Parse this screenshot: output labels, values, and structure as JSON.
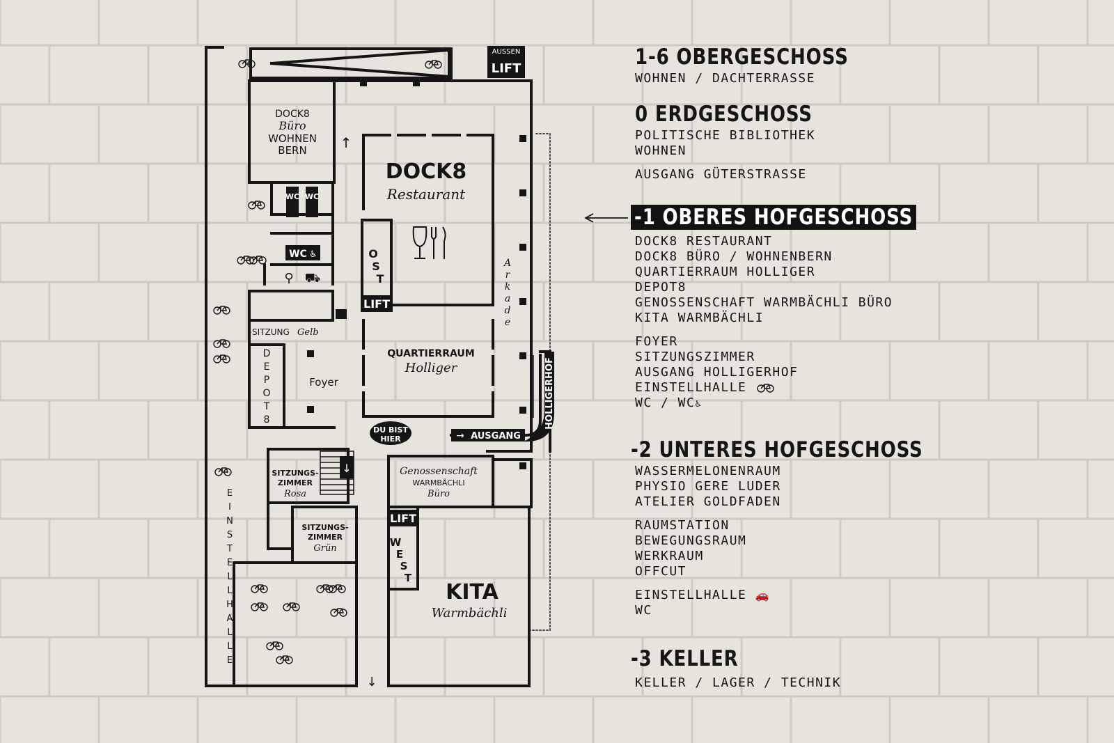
{
  "legend": {
    "floors": [
      {
        "heading": "1-6 OBERGESCHOSS",
        "rooms": [
          "WOHNEN / DACHTERRASSE"
        ]
      },
      {
        "heading": "0 ERDGESCHOSS",
        "rooms": [
          "POLITISCHE BIBLIOTHEK",
          "WOHNEN",
          "",
          "AUSGANG GÜTERSTRASSE"
        ]
      },
      {
        "heading": "-1 OBERES HOFGESCHOSS",
        "current": true,
        "rooms": [
          "DOCK8 RESTAURANT",
          "DOCK8 BÜRO / WOHNENBERN",
          "QUARTIERRAUM HOLLIGER",
          "DEPOT8",
          "GENOSSENSCHAFT WARMBÄCHLI BÜRO",
          "KITA WARMBÄCHLI",
          "",
          "FOYER",
          "SITZUNGSZIMMER",
          "AUSGANG HOLLIGERHOF",
          "EINSTELLHALLE",
          "WC / WC"
        ]
      },
      {
        "heading": "-2 UNTERES HOFGESCHOSS",
        "rooms": [
          "WASSERMELONENRAUM",
          "PHYSIO GERE LUDER",
          "ATELIER GOLDFADEN",
          "",
          "RAUMSTATION",
          "BEWEGUNGSRAUM",
          "WERKRAUM",
          "OFFCUT",
          "",
          "EINSTELLHALLE",
          "WC"
        ]
      },
      {
        "heading": "-3 KELLER",
        "rooms": [
          "KELLER / LAGER / TECHNIK"
        ]
      }
    ],
    "icons": [
      "bicycle-icon",
      "wheelchair-icon",
      "car-icon",
      "arrow-left-icon"
    ]
  },
  "plan": {
    "aussen": "AUSSEN",
    "lift": "LIFT",
    "dock8_buero": {
      "line1": "DOCK8",
      "line2": "Büro",
      "line3": "WOHNEN",
      "line4": "BERN"
    },
    "wc": "WC",
    "wc_accessible": "WC",
    "restaurant": {
      "name": "DOCK8",
      "sub": "Restaurant"
    },
    "ost": [
      "O",
      "S",
      "T"
    ],
    "arkade": [
      "A",
      "r",
      "k",
      "a",
      "d",
      "e"
    ],
    "sitzung_gelb": {
      "label": "SITZUNG",
      "color": "Gelb"
    },
    "depot8": [
      "D",
      "E",
      "P",
      "O",
      "T",
      "8"
    ],
    "foyer": "Foyer",
    "quartierraum": {
      "name": "QUARTIERRAUM",
      "sub": "Holliger"
    },
    "du_bist_hier": {
      "line1": "DU BIST",
      "line2": "HIER"
    },
    "ausgang": "AUSGANG",
    "holligerhof": "HOLLIGERHOF",
    "sitzungszimmer_rosa": {
      "line1": "SITZUNGS-",
      "line2": "ZIMMER",
      "line3": "Rosa"
    },
    "sitzungszimmer_gruen": {
      "line1": "SITZUNGS-",
      "line2": "ZIMMER",
      "line3": "Grün"
    },
    "genossenschaft": {
      "line1": "Genossenschaft",
      "line2": "WARMBÄCHLI",
      "line3": "Büro"
    },
    "west": [
      "W",
      "E",
      "S",
      "T"
    ],
    "kita": {
      "name": "KITA",
      "sub": "Warmbächli"
    },
    "einstellhalle": [
      "E",
      "I",
      "N",
      "S",
      "T",
      "E",
      "L",
      "L",
      "H",
      "A",
      "L",
      "L",
      "E"
    ]
  },
  "colors": {
    "wall": "#e7e3dd",
    "ink": "#151515",
    "mortar": "#cfcac3"
  }
}
